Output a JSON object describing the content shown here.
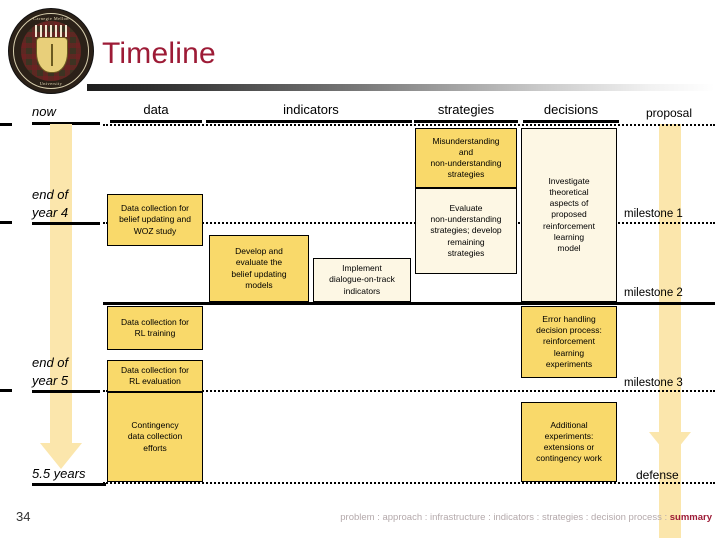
{
  "slide": {
    "title": "Timeline",
    "number": "34",
    "logo": {
      "top_text": "Carnegie Mellon",
      "bottom_text": "University",
      "alt": "carnegie-mellon-university-seal"
    }
  },
  "columns": [
    {
      "label": "now",
      "italic": true
    },
    {
      "label": "data",
      "italic": false
    },
    {
      "label": "indicators",
      "italic": false
    },
    {
      "label": "strategies",
      "italic": false
    },
    {
      "label": "decisions",
      "italic": false
    },
    {
      "label": "proposal",
      "italic": false
    }
  ],
  "time_labels": [
    {
      "label": "now"
    },
    {
      "label": "end of\nyear 4"
    },
    {
      "label": "end of\nyear 5"
    },
    {
      "label": "5.5 years"
    }
  ],
  "time_label_lines": {
    "now": "now",
    "end_of_year_4": "end of",
    "end_of_year_4b": "year 4",
    "end_of_year_5": "end of",
    "end_of_year_5b": "year 5",
    "five_point_five": "5.5 years"
  },
  "milestones": [
    {
      "label": "proposal"
    },
    {
      "label": "milestone 1"
    },
    {
      "label": "milestone 2"
    },
    {
      "label": "milestone 3"
    },
    {
      "label": "defense"
    }
  ],
  "boxes": {
    "data_belief": "Data collection for\nbelief updating and\nWOZ study",
    "data_rl_training": "Data collection for\nRL training",
    "data_rl_evaluation": "Data collection for\nRL evaluation",
    "data_contingency": "Contingency\ndata collection\nefforts",
    "ind_belief_models": "Develop and\nevaluate the\nbelief updating\nmodels",
    "ind_dialogue_on_track": "Implement\ndialogue-on-track\nindicators",
    "strat_misunderstanding": "Misunderstanding\nand\nnon-understanding\nstrategies",
    "strat_evaluate": "Evaluate\nnon-understanding\nstrategies; develop\nremaining\nstrategies",
    "dec_investigate": "Investigate\ntheoretical\naspects of\nproposed\nreinforcement\nlearning\nmodel",
    "dec_error_handling": "Error handling\ndecision process:\nreinforcement\nlearning\nexperiments",
    "dec_additional": "Additional\nexperiments:\nextensions or\ncontingency work"
  },
  "footer": {
    "nav_items": "problem : approach : infrastructure : indicators : strategies : decision process : ",
    "nav_current": "summary"
  },
  "colors": {
    "title_red": "#9d1b36",
    "box_gold": "#f9d96a",
    "box_cream": "#fdf7e4",
    "arrow_yellow": "#fbe6ac"
  }
}
